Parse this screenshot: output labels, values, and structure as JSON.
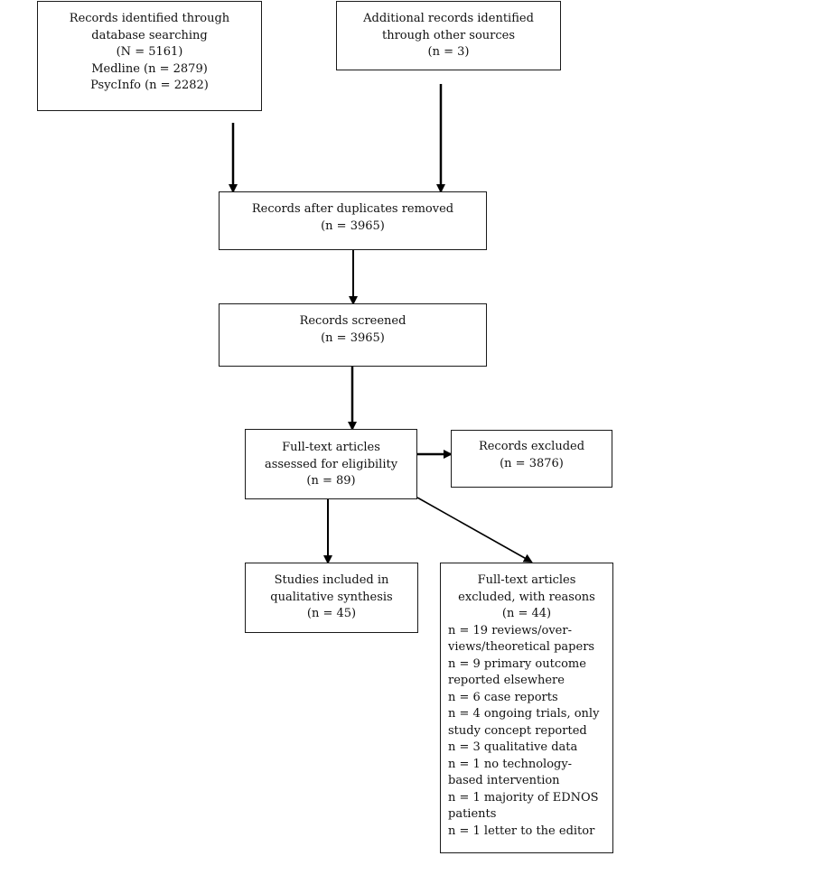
{
  "boxes": {
    "database_search": {
      "lines": [
        "Records identified through",
        "database searching",
        "(N = 5161)",
        "Medline (n = 2879)",
        "PsycInfo (n = 2282)"
      ]
    },
    "other_sources": {
      "lines": [
        "Additional records identified",
        "through other sources",
        "(n = 3)"
      ]
    },
    "after_duplicates": {
      "lines": [
        "Records after duplicates removed",
        "(n = 3965)"
      ]
    },
    "screened": {
      "lines": [
        "Records screened",
        "(n = 3965)"
      ]
    },
    "full_text_assessed": {
      "lines": [
        "Full-text articles",
        "assessed for eligibility",
        "(n = 89)"
      ]
    },
    "records_excluded": {
      "lines": [
        "Records excluded",
        "(n = 3876)"
      ]
    },
    "included": {
      "lines": [
        "Studies included in",
        "qualitative synthesis",
        "(n = 45)"
      ]
    },
    "full_text_excluded": {
      "header": [
        "Full-text articles",
        "excluded, with reasons",
        "(n = 44)"
      ],
      "reasons": [
        "n = 19 reviews/over-",
        "views/theoretical papers",
        "n = 9 primary outcome",
        "reported elsewhere",
        "n = 6 case reports",
        "n = 4 ongoing trials, only",
        "study concept reported",
        "n = 3 qualitative data",
        "n = 1 no technology-",
        "based intervention",
        "n = 1 majority of EDNOS",
        "patients",
        "n = 1 letter to the editor"
      ]
    }
  }
}
